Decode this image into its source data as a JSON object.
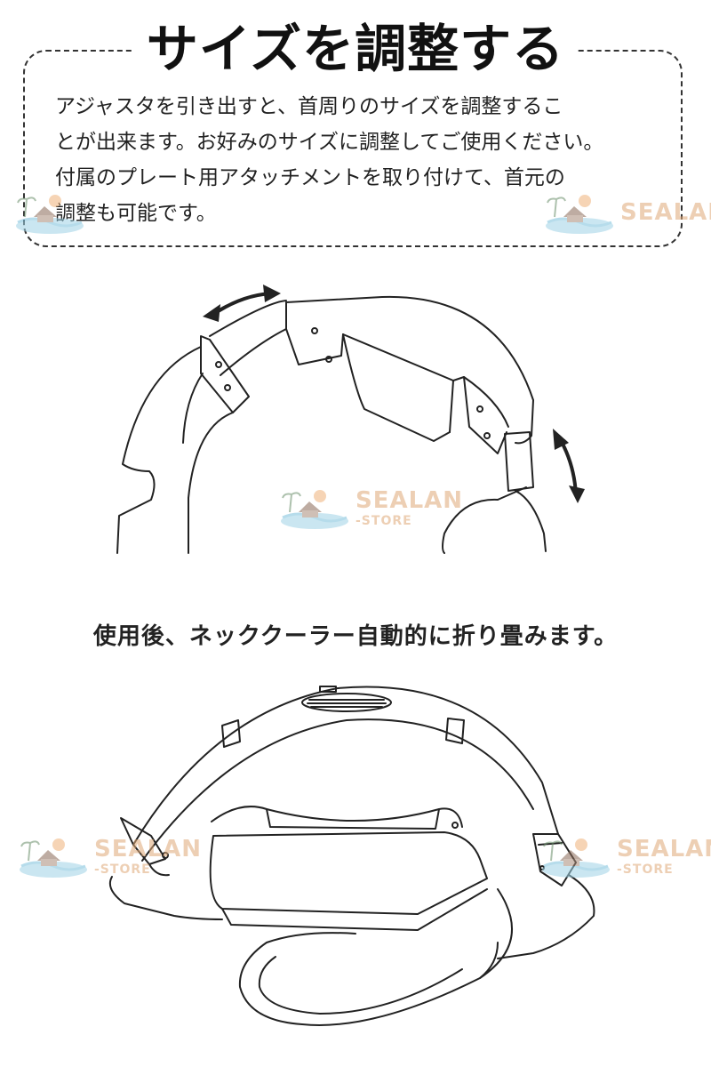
{
  "header": {
    "title": "サイズを調整する"
  },
  "description": {
    "lines": [
      "アジャスタを引き出すと、首周りのサイズを調整するこ",
      "とが出来ます。お好みのサイズに調整してご使用ください。",
      "付属のプレート用アタッチメントを取り付けて、首元の",
      "調整も可能です。"
    ]
  },
  "watermark": {
    "brand": "SEALAN",
    "sub": "-STORE",
    "color": "#e0a977",
    "icon": "beach-house-logo-icon"
  },
  "figure1": {
    "icon": "adjust-arrows-icon"
  },
  "caption": {
    "text": "使用後、ネッククーラー自動的に折り畳みます。"
  }
}
